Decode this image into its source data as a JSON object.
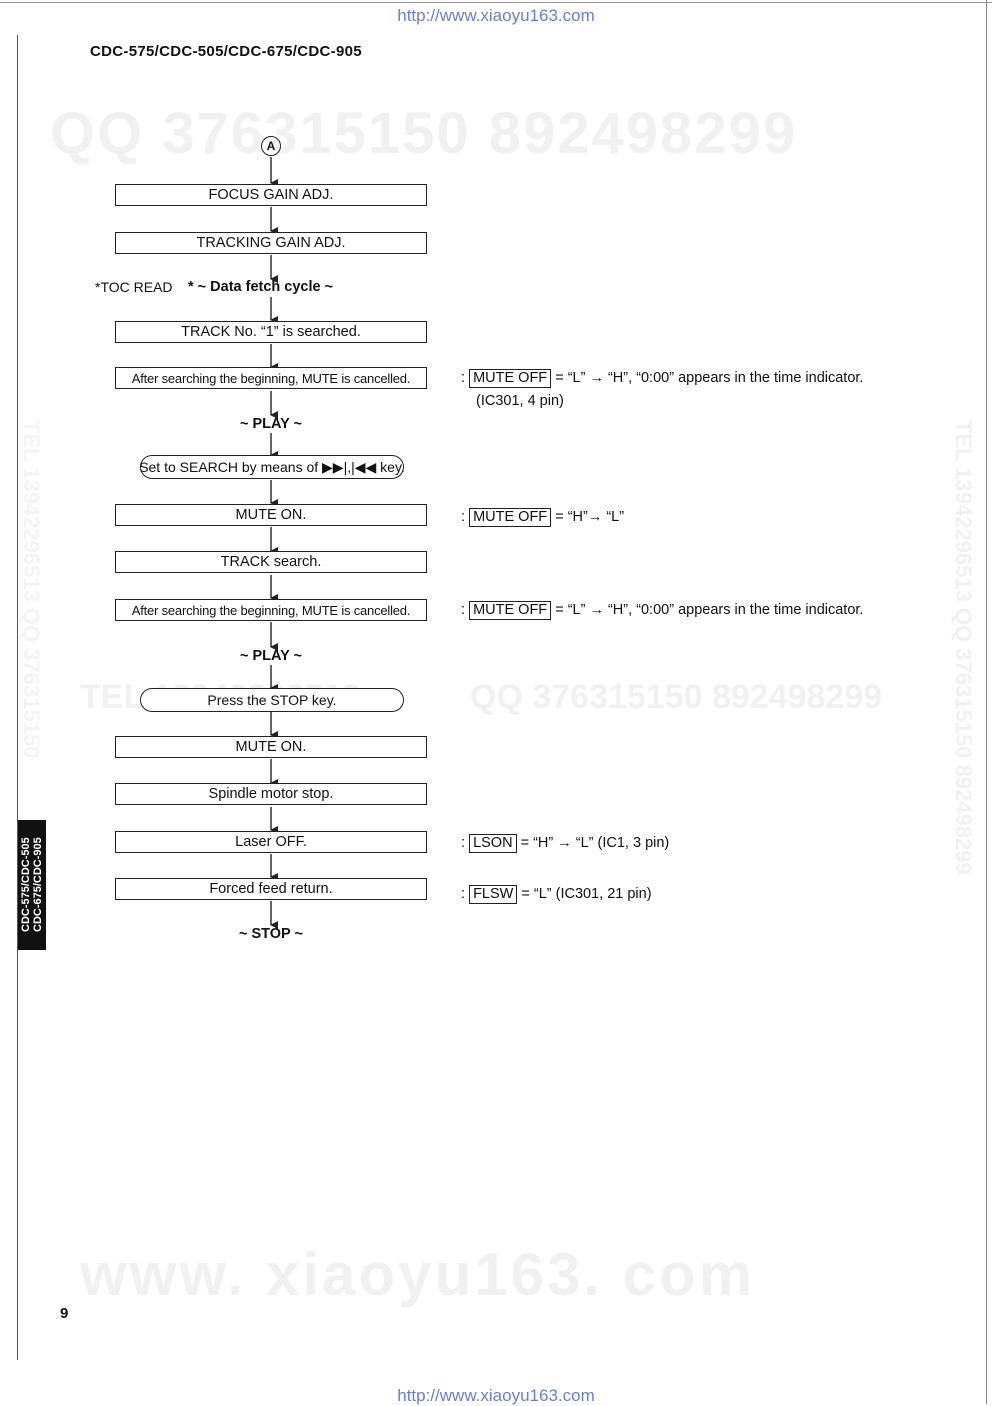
{
  "url_top": "http://www.xiaoyu163.com",
  "url_bottom": "http://www.xiaoyu163.com",
  "doc_title": "CDC-575/CDC-505/CDC-675/CDC-905",
  "side_tab": "CDC-575/CDC-505\nCDC-675/CDC-905",
  "page_number": "9",
  "watermarks": {
    "big": "QQ 376315150   892498299",
    "mid_left": "TEL 13942296513",
    "mid_right": "QQ  376315150  892498299",
    "bottom": "www. xiaoyu163. com",
    "vertical_right": "TEL 13942296513  QQ 376315150  892498299",
    "vertical_left": "TEL 13942296513  QQ 376315150"
  },
  "flow": {
    "start_connector": "A",
    "focus_gain": "FOCUS GAIN ADJ.",
    "tracking_gain": "TRACKING GAIN ADJ.",
    "toc_read": "*TOC READ",
    "data_fetch": "* ~ Data fetch cycle ~",
    "track1_searched": "TRACK No. “1” is searched.",
    "after_search_1": "After searching the beginning, MUTE is cancelled.",
    "play_1": "~ PLAY ~",
    "set_search": "Set to SEARCH by means of ▶▶|,|◀◀ key.",
    "mute_on_1": "MUTE ON.",
    "track_search": "TRACK search.",
    "after_search_2": "After searching the beginning, MUTE is cancelled.",
    "play_2": "~ PLAY ~",
    "press_stop": "Press the STOP key.",
    "mute_on_2": "MUTE ON.",
    "spindle_stop": "Spindle motor stop.",
    "laser_off": "Laser OFF.",
    "forced_feed": "Forced feed return.",
    "stop": "~ STOP ~"
  },
  "notes": {
    "n1": {
      "signal": "MUTE OFF",
      "text": " = “L” → “H”, “0:00” appears in the time indicator.",
      "sub": "(IC301, 4 pin)"
    },
    "n2": {
      "signal": "MUTE OFF",
      "text": " = “H”→ “L”"
    },
    "n3": {
      "signal": "MUTE OFF",
      "text": " = “L” → “H”, “0:00” appears in the time indicator."
    },
    "n4": {
      "signal": "LSON",
      "text": " = “H” → “L” (IC1, 3 pin)"
    },
    "n5": {
      "signal": "FLSW",
      "text": " =  “L” (IC301, 21 pin)"
    }
  }
}
